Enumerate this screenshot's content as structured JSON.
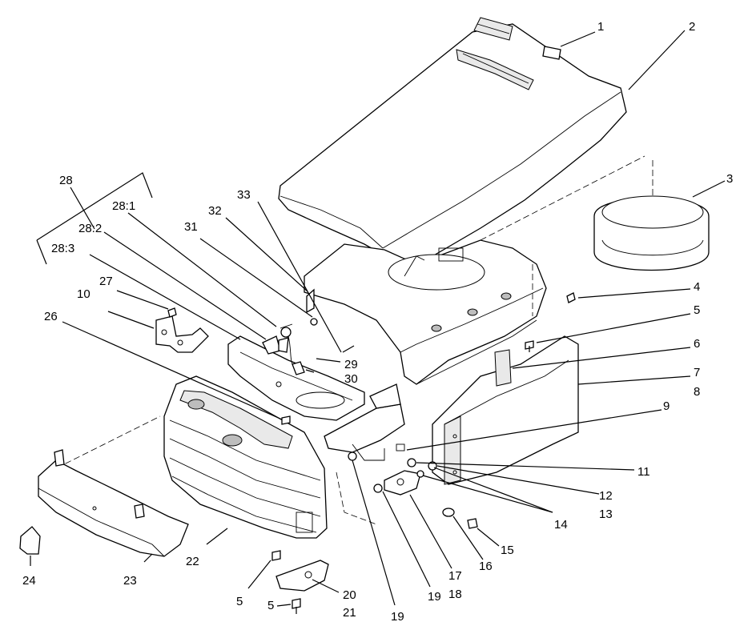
{
  "callouts": [
    {
      "id": "c1",
      "text": "1"
    },
    {
      "id": "c2",
      "text": "2"
    },
    {
      "id": "c3",
      "text": "3"
    },
    {
      "id": "c4",
      "text": "4"
    },
    {
      "id": "c5a",
      "text": "5"
    },
    {
      "id": "c6",
      "text": "6"
    },
    {
      "id": "c7",
      "text": "7"
    },
    {
      "id": "c8",
      "text": "8"
    },
    {
      "id": "c9",
      "text": "9"
    },
    {
      "id": "c10",
      "text": "10"
    },
    {
      "id": "c11",
      "text": "11"
    },
    {
      "id": "c12",
      "text": "12"
    },
    {
      "id": "c13",
      "text": "13"
    },
    {
      "id": "c14",
      "text": "14"
    },
    {
      "id": "c15",
      "text": "15"
    },
    {
      "id": "c16",
      "text": "16"
    },
    {
      "id": "c17",
      "text": "17"
    },
    {
      "id": "c18",
      "text": "18"
    },
    {
      "id": "c19a",
      "text": "19"
    },
    {
      "id": "c19b",
      "text": "19"
    },
    {
      "id": "c20",
      "text": "20"
    },
    {
      "id": "c21",
      "text": "21"
    },
    {
      "id": "c22",
      "text": "22"
    },
    {
      "id": "c23",
      "text": "23"
    },
    {
      "id": "c24",
      "text": "24"
    },
    {
      "id": "c5b",
      "text": "5"
    },
    {
      "id": "c5c",
      "text": "5"
    },
    {
      "id": "c26",
      "text": "26"
    },
    {
      "id": "c27",
      "text": "27"
    },
    {
      "id": "c28",
      "text": "28"
    },
    {
      "id": "c28_1",
      "text": "28:1"
    },
    {
      "id": "c28_2",
      "text": "28:2"
    },
    {
      "id": "c28_3",
      "text": "28:3"
    },
    {
      "id": "c29",
      "text": "29"
    },
    {
      "id": "c30",
      "text": "30"
    },
    {
      "id": "c31",
      "text": "31"
    },
    {
      "id": "c32",
      "text": "32"
    },
    {
      "id": "c33",
      "text": "33"
    }
  ]
}
